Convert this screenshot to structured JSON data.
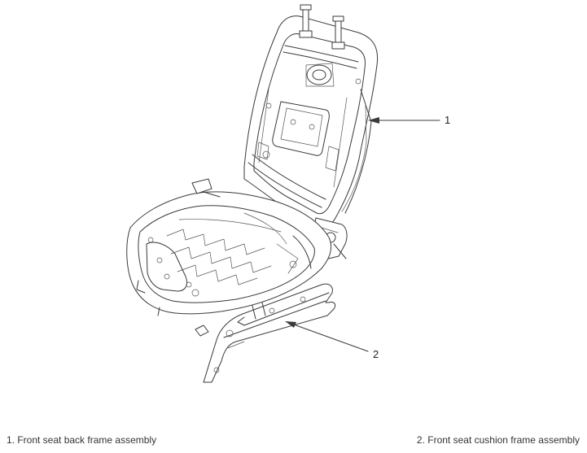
{
  "callouts": [
    {
      "number": "1"
    },
    {
      "number": "2"
    }
  ],
  "legend": {
    "item1": "1. Front seat back frame assembly",
    "item2": "2. Front seat cushion frame assembly"
  },
  "colors": {
    "line": "#3a3a3a",
    "background": "#ffffff"
  }
}
